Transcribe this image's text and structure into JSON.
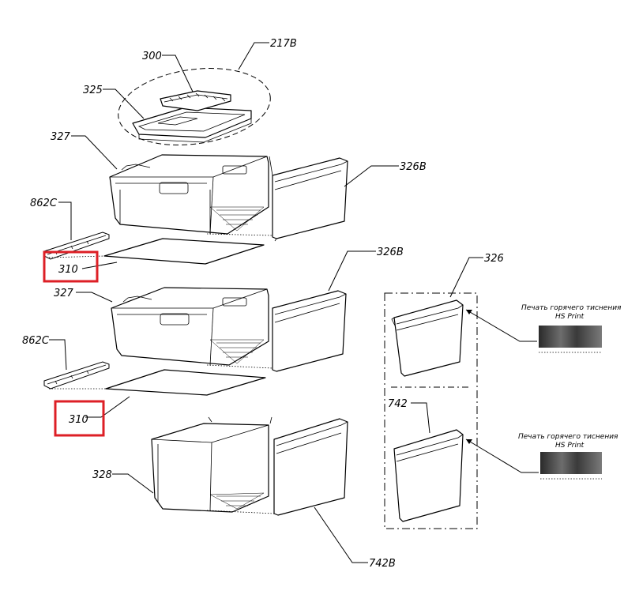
{
  "callouts": {
    "c300": "300",
    "c217b": "217B",
    "c325": "325",
    "c327_top": "327",
    "c326b_top": "326B",
    "c862c_top": "862C",
    "c310_top": "310",
    "c326b_mid": "326B",
    "c327_mid": "327",
    "c326": "326",
    "c862c_mid": "862C",
    "c742": "742",
    "c310_mid": "310",
    "c328": "328",
    "c742b": "742B"
  },
  "notes": {
    "hs_top_line1": "Печать горячего тиснения",
    "hs_top_line2": "HS Print",
    "hs_bot_line1": "Печать горячего тиснения",
    "hs_bot_line2": "HS Print"
  },
  "colors": {
    "highlight": "#dd1f26",
    "line": "#000000",
    "background": "#ffffff"
  },
  "highlighted_parts": [
    "310",
    "310"
  ]
}
